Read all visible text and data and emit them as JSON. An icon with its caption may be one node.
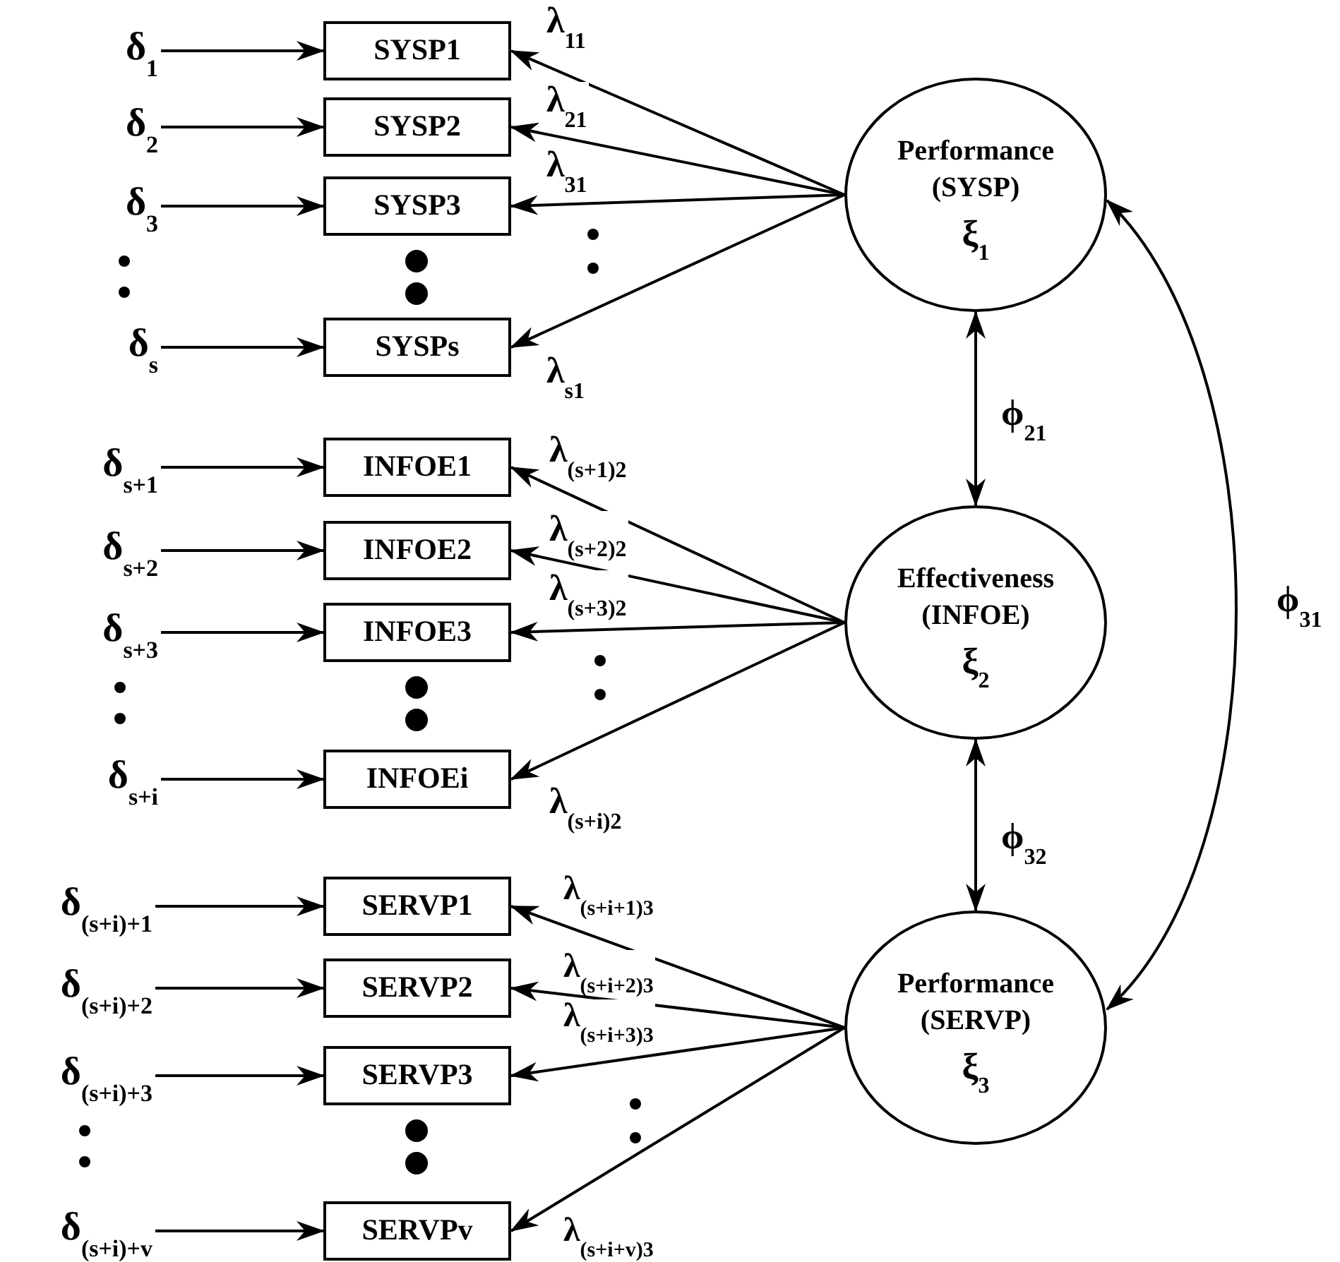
{
  "diagram": {
    "nodes": [
      {
        "text": [
          "δ$_{1}$"
        ]
      },
      {
        "text": [
          "SYSP1"
        ]
      },
      {
        "text": [
          "δ$_{2}$"
        ]
      },
      {
        "text": [
          "SYSP2"
        ]
      },
      {
        "text": [
          "δ$_{3}$"
        ]
      },
      {
        "text": [
          "SYSP3"
        ]
      },
      {
        "text": [
          "δ$_{s}$"
        ]
      },
      {
        "text": [
          "SYSPs"
        ]
      },
      {
        "text": [
          "δ$_{s+1}$"
        ]
      },
      {
        "text": [
          "INFOE1"
        ]
      },
      {
        "text": [
          "δ$_{s+2}$"
        ]
      },
      {
        "text": [
          "INFOE2"
        ]
      },
      {
        "text": [
          "δ$_{s+3}$"
        ]
      },
      {
        "text": [
          "INFOE3"
        ]
      },
      {
        "text": [
          "δ$_{s+i}$"
        ]
      },
      {
        "text": [
          "INFOEi"
        ]
      },
      {
        "text": [
          "δ$_{(s+i)+1}$"
        ]
      },
      {
        "text": [
          "SERVP1"
        ]
      },
      {
        "text": [
          "δ$_{(s+i)+2}$"
        ]
      },
      {
        "text": [
          "SERVP2"
        ]
      },
      {
        "text": [
          "δ$_{(s+i)+3}$"
        ]
      },
      {
        "text": [
          "SERVP3"
        ]
      },
      {
        "text": [
          "δ$_{(s+i)+v}$"
        ]
      },
      {
        "text": [
          "SERVPv"
        ]
      },
      {
        "text": [
          "Performance (SYSP)",
          "ξ$_{1}$"
        ]
      },
      {
        "text": [
          "Effectiveness (INFOE)",
          "ξ$_{2}$"
        ]
      },
      {
        "text": [
          "Performance (SERVP)",
          "ξ$_{3}$"
        ]
      }
    ],
    "edges": [
      {
        "from": 0,
        "to": 1,
        "arrow": "to"
      },
      {
        "from": 2,
        "to": 3,
        "arrow": "to"
      },
      {
        "from": 4,
        "to": 5,
        "arrow": "to"
      },
      {
        "from": 6,
        "to": 7,
        "arrow": "to"
      },
      {
        "from": 8,
        "to": 9,
        "arrow": "to"
      },
      {
        "from": 10,
        "to": 11,
        "arrow": "to"
      },
      {
        "from": 12,
        "to": 13,
        "arrow": "to"
      },
      {
        "from": 14,
        "to": 15,
        "arrow": "to"
      },
      {
        "from": 16,
        "to": 17,
        "arrow": "to"
      },
      {
        "from": 18,
        "to": 19,
        "arrow": "to"
      },
      {
        "from": 20,
        "to": 21,
        "arrow": "to"
      },
      {
        "from": 22,
        "to": 23,
        "arrow": "to"
      },
      {
        "from": 24,
        "to": 1,
        "arrow": "to",
        "label": "λ$_{11}$"
      },
      {
        "from": 24,
        "to": 3,
        "arrow": "to",
        "label": "λ$_{21}$"
      },
      {
        "from": 24,
        "to": 5,
        "arrow": "to",
        "label": "λ$_{31}$"
      },
      {
        "from": 24,
        "to": 7,
        "arrow": "to",
        "label": "λ$_{s1}$"
      },
      {
        "from": 25,
        "to": 9,
        "arrow": "to",
        "label": "λ$_{(s+1)2}$"
      },
      {
        "from": 25,
        "to": 11,
        "arrow": "to",
        "label": "λ$_{(s+2)2}$"
      },
      {
        "from": 25,
        "to": 13,
        "arrow": "to",
        "label": "λ$_{(s+3)2}$"
      },
      {
        "from": 25,
        "to": 15,
        "arrow": "to",
        "label": "λ$_{(s+i)2}$"
      },
      {
        "from": 26,
        "to": 17,
        "arrow": "to",
        "label": "λ$_{(s+i+1)3}$"
      },
      {
        "from": 26,
        "to": 19,
        "arrow": "to",
        "label": "λ$_{(s+i+2)3}$"
      },
      {
        "from": 26,
        "to": 21,
        "arrow": "to",
        "label": "λ$_{(s+i+3)3}$"
      },
      {
        "from": 26,
        "to": 23,
        "arrow": "to",
        "label": "λ$_{(s+i+v)3}$"
      },
      {
        "from": 24,
        "to": 25,
        "arrow": "both",
        "label": "ϕ$_{21}$"
      },
      {
        "from": 25,
        "to": 26,
        "arrow": "both",
        "label": "ϕ$_{32}$"
      },
      {
        "from": 24,
        "to": 26,
        "arrow": "both",
        "label": "ϕ$_{31}$"
      }
    ]
  }
}
